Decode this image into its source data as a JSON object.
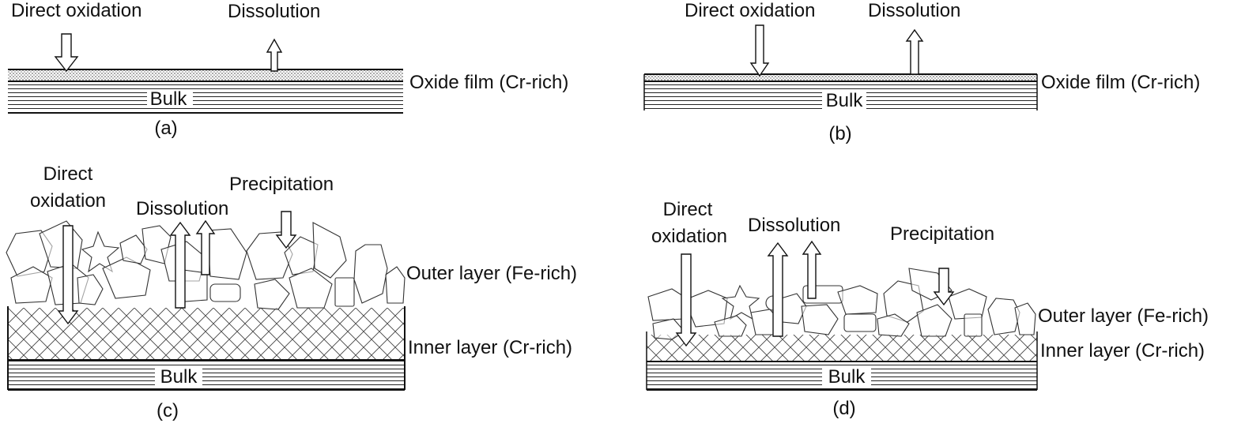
{
  "panels": {
    "a": {
      "caption": "(a)",
      "arrow_labels": {
        "direct_oxidation": "Direct oxidation",
        "dissolution": "Dissolution"
      },
      "layer_labels": {
        "oxide_film": "Oxide film (Cr-rich)"
      },
      "bulk_label": "Bulk"
    },
    "b": {
      "caption": "(b)",
      "arrow_labels": {
        "direct_oxidation": "Direct oxidation",
        "dissolution": "Dissolution"
      },
      "layer_labels": {
        "oxide_film": "Oxide film (Cr-rich)"
      },
      "bulk_label": "Bulk"
    },
    "c": {
      "caption": "(c)",
      "arrow_labels": {
        "direct_oxidation_line1": "Direct",
        "direct_oxidation_line2": "oxidation",
        "dissolution": "Dissolution",
        "precipitation": "Precipitation"
      },
      "layer_labels": {
        "outer": "Outer layer (Fe-rich)",
        "inner": "Inner layer (Cr-rich)"
      },
      "bulk_label": "Bulk"
    },
    "d": {
      "caption": "(d)",
      "arrow_labels": {
        "direct_oxidation_line1": "Direct",
        "direct_oxidation_line2": "oxidation",
        "dissolution": "Dissolution",
        "precipitation": "Precipitation"
      },
      "layer_labels": {
        "outer": "Outer layer (Fe-rich)",
        "inner": "Inner layer (Cr-rich)"
      },
      "bulk_label": "Bulk"
    }
  }
}
